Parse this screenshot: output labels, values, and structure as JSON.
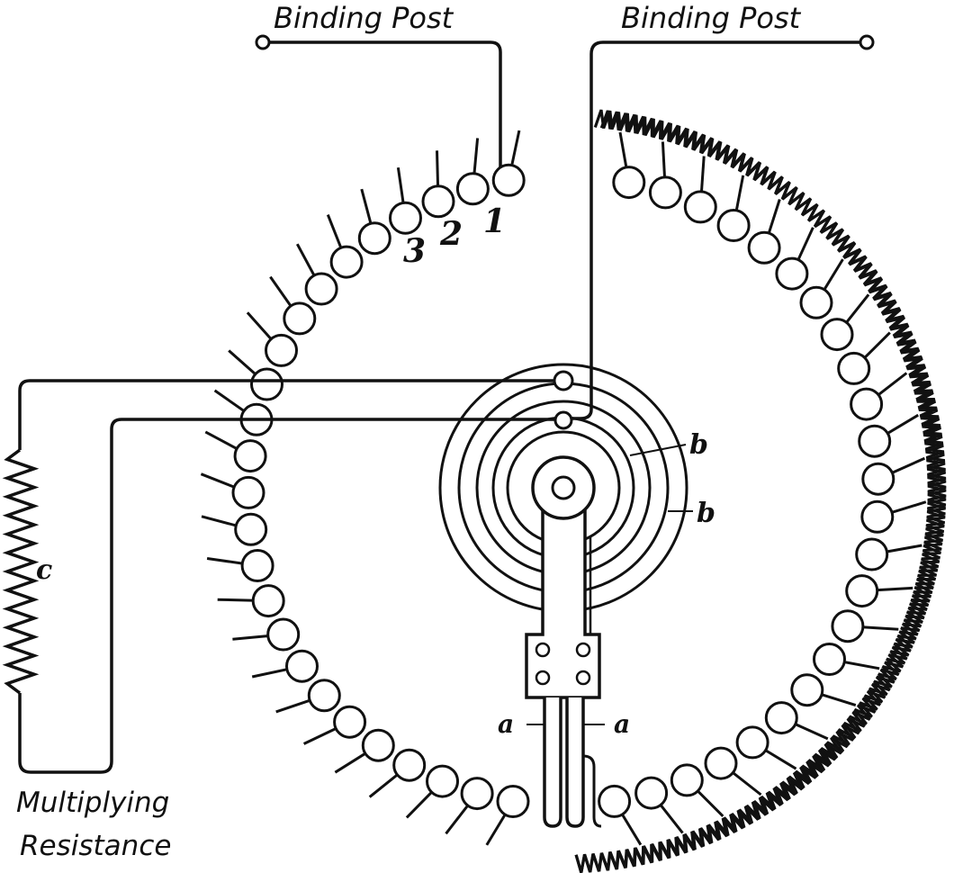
{
  "labels": {
    "binding_post_left": "Binding Post",
    "binding_post_right": "Binding Post",
    "multiplying_line1": "Multiplying",
    "multiplying_line2": "Resistance",
    "contact_1": "1",
    "contact_2": "2",
    "contact_3": "3",
    "ring_b_inner": "b",
    "ring_b_outer": "b",
    "spring_a_left": "a",
    "spring_a_right": "a",
    "coil_c": "c"
  },
  "colors": {
    "ink": "#111111",
    "paper": "#ffffff"
  }
}
